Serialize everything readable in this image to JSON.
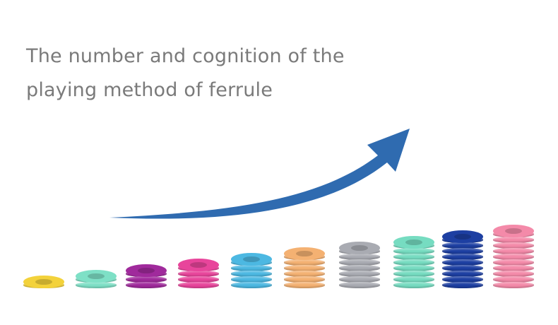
{
  "title": {
    "line1": "The number and cognition of the",
    "line2": "playing method of ferrule"
  },
  "arrow_color": "#2f6bb0",
  "stacks": [
    {
      "color": "#f3d23b",
      "count": 1
    },
    {
      "color": "#7ee0c6",
      "count": 2
    },
    {
      "color": "#a02a9c",
      "count": 3
    },
    {
      "color": "#e8459b",
      "count": 4
    },
    {
      "color": "#4cb8e2",
      "count": 5
    },
    {
      "color": "#f4b172",
      "count": 6
    },
    {
      "color": "#a9abb2",
      "count": 7
    },
    {
      "color": "#76dcc1",
      "count": 8
    },
    {
      "color": "#1d3fa2",
      "count": 9
    },
    {
      "color": "#f48aa9",
      "count": 10
    }
  ]
}
